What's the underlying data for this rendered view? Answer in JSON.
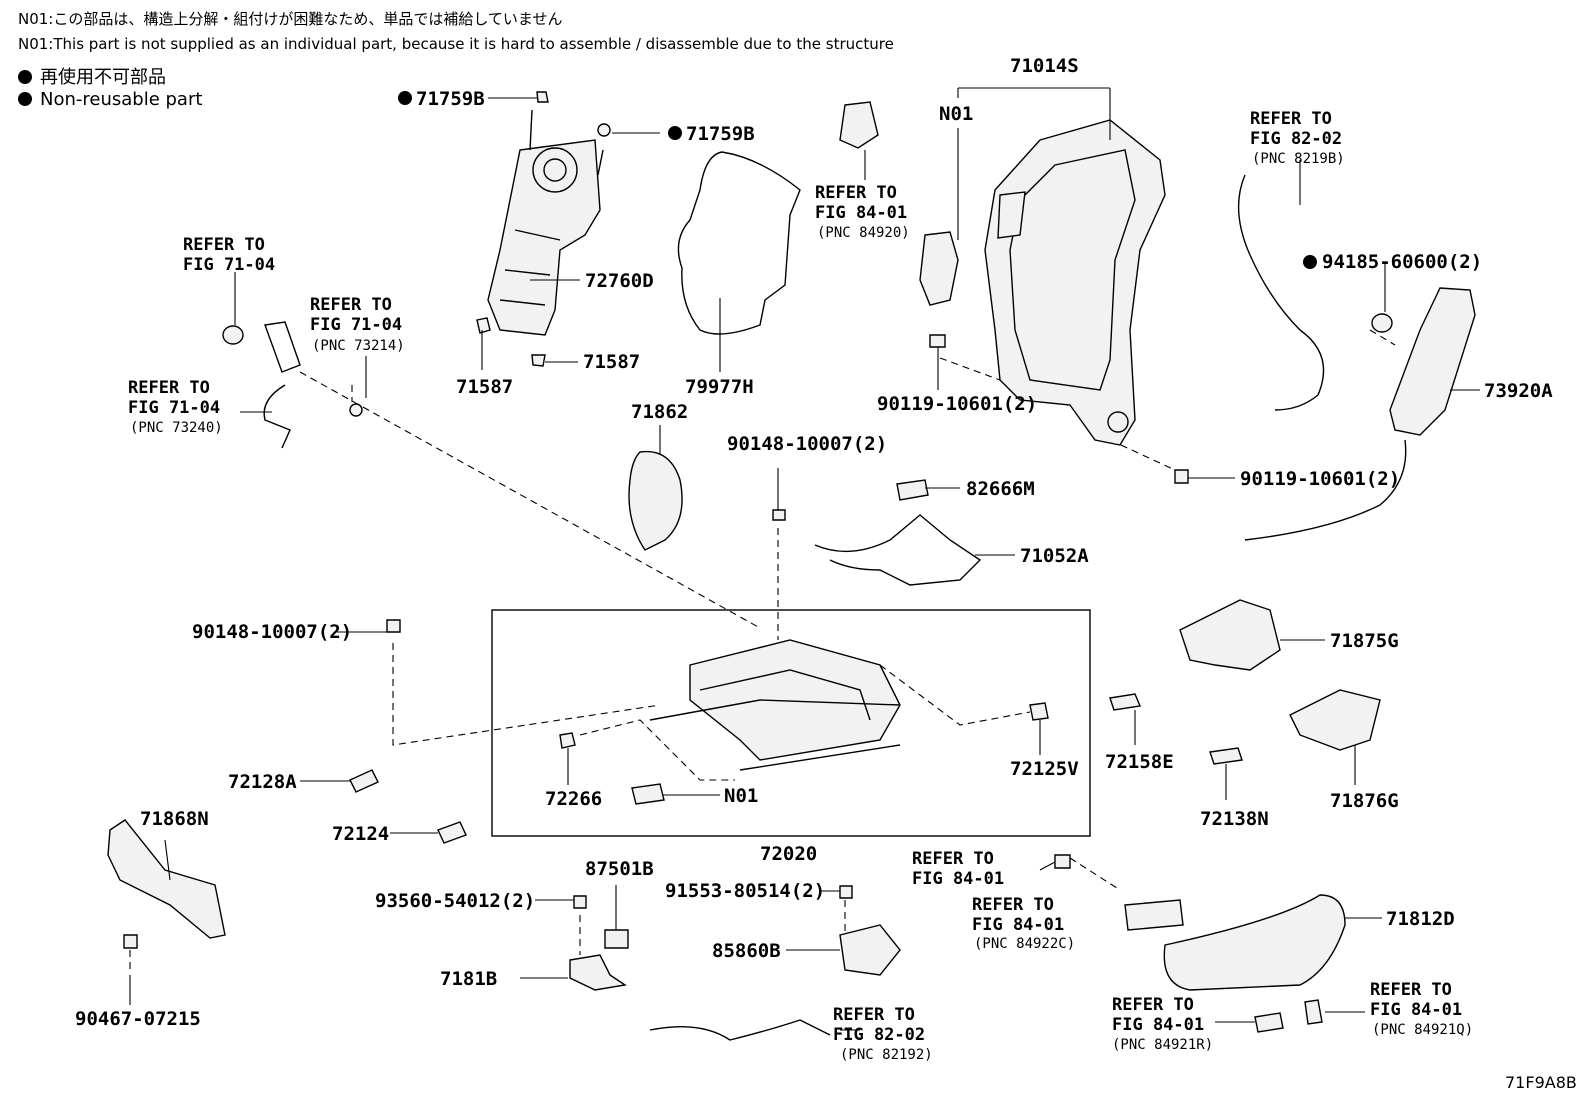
{
  "notes": {
    "n01_ja": "N01:この部品は、構造上分解・組付けが困難なため、単品では補給していません",
    "n01_en": "N01:This part is not supplied as an individual part, because it is hard to assemble / disassemble due to the structure",
    "legend_ja": "再使用不可部品",
    "legend_en": "Non-reusable part"
  },
  "footer_code": "71F9A8B",
  "refer_to": "REFER TO",
  "labels": {
    "p71759B_a": "71759B",
    "p71759B_b": "71759B",
    "p72760D": "72760D",
    "p71587_a": "71587",
    "p71587_b": "71587",
    "p79977H": "79977H",
    "p71862": "71862",
    "p71014S": "71014S",
    "pN01_top": "N01",
    "p90119_a": "90119-10601(2)",
    "p90119_b": "90119-10601(2)",
    "p94185": "94185-60600(2)",
    "p73920A": "73920A",
    "p90148_a": "90148-10007(2)",
    "p90148_b": "90148-10007(2)",
    "p82666M": "82666M",
    "p71052A": "71052A",
    "p71875G": "71875G",
    "p71876G": "71876G",
    "p72158E": "72158E",
    "p72138N": "72138N",
    "p72125V": "72125V",
    "p72266": "72266",
    "pN01_bot": "N01",
    "p72020": "72020",
    "p72128A": "72128A",
    "p72124": "72124",
    "p71868N": "71868N",
    "p90467": "90467-07215",
    "p87501B": "87501B",
    "p93560": "93560-54012(2)",
    "p7181B": "7181B",
    "p91553": "91553-80514(2)",
    "p85860B": "85860B",
    "p71812D": "71812D"
  },
  "refs": {
    "r1_fig": "FIG 71-04",
    "r2_fig": "FIG 71-04",
    "r2_pnc": "(PNC 73214)",
    "r3_fig": "FIG 71-04",
    "r3_pnc": "(PNC 73240)",
    "r4_fig": "FIG 84-01",
    "r4_pnc": "(PNC 84920)",
    "r5_fig": "FIG 82-02",
    "r5_pnc": "(PNC 8219B)",
    "r6_fig": "FIG 84-01",
    "r7_fig": "FIG 84-01",
    "r7_pnc": "(PNC 84922C)",
    "r8_fig": "FIG 82-02",
    "r8_pnc": "(PNC 82192)",
    "r9_fig": "FIG 84-01",
    "r9_pnc": "(PNC 84921R)",
    "r10_fig": "FIG 84-01",
    "r10_pnc": "(PNC 84921Q)"
  }
}
